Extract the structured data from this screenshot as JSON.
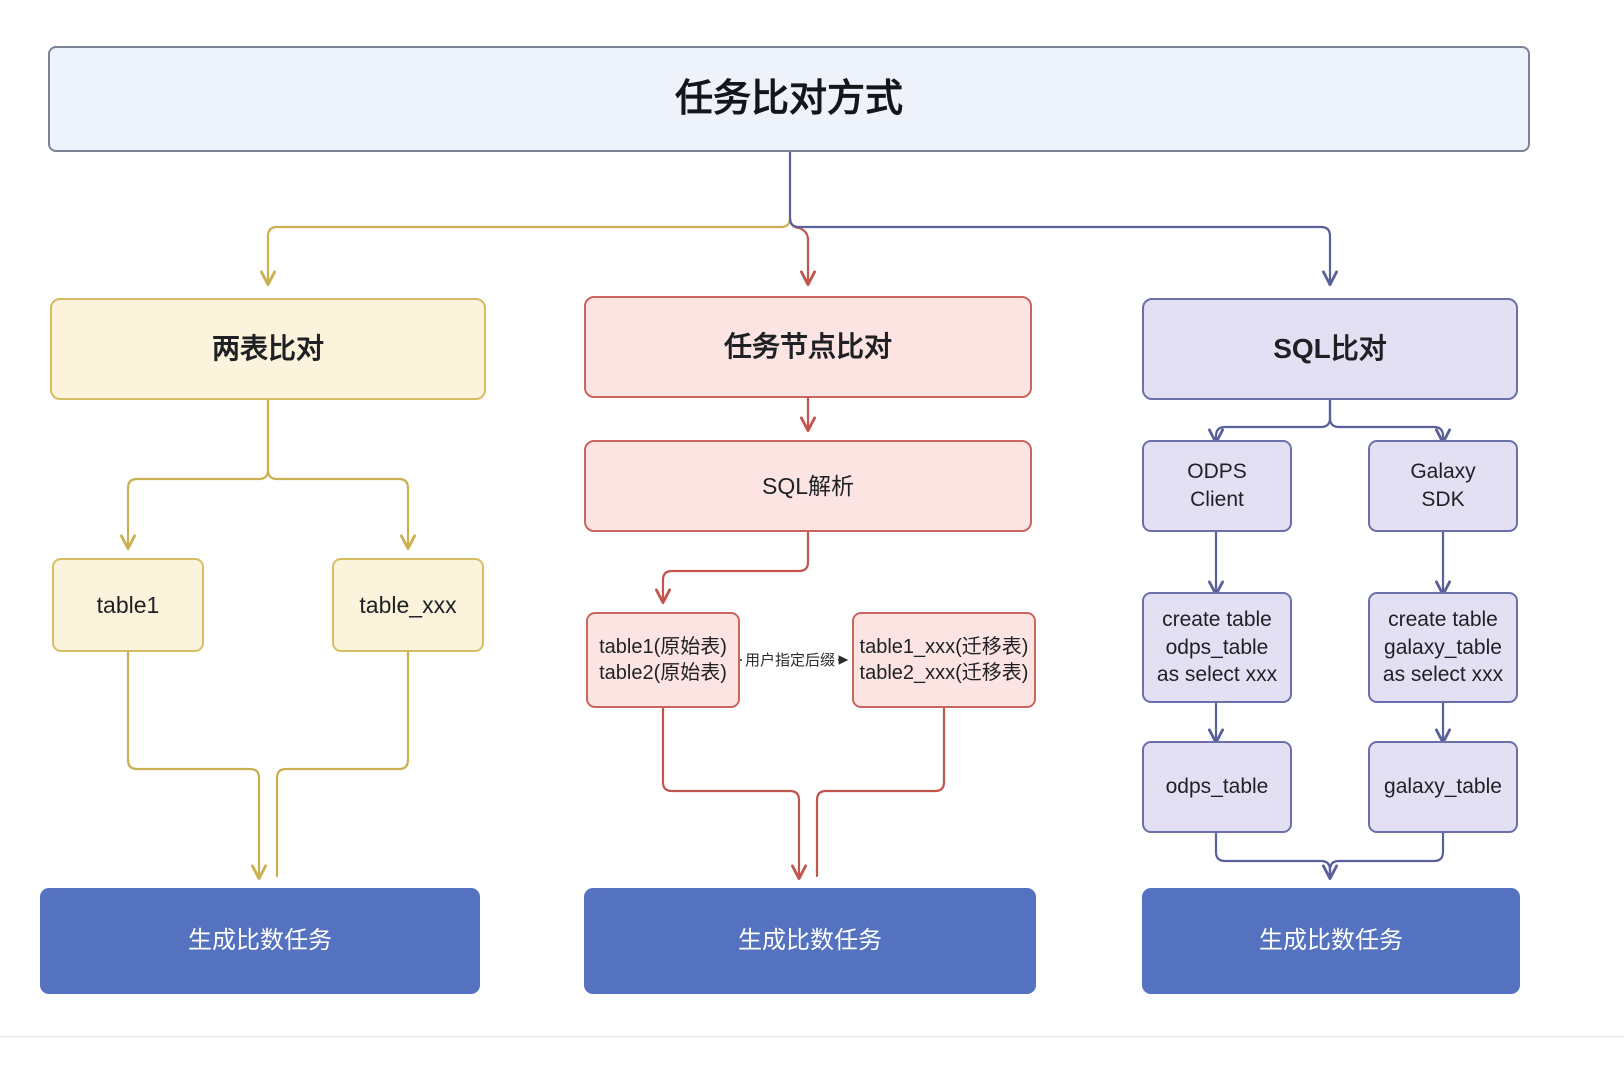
{
  "diagram": {
    "title": "任务比对方式",
    "type": "flowchart",
    "direction": "top-down",
    "colors": {
      "root_fill": "#eef2fa",
      "root_stroke": "#7b8394",
      "yellow_fill": "#fcf3dc",
      "yellow_stroke": "#d6bc63",
      "red_fill": "#fbe4e2",
      "red_stroke": "#c9675f",
      "purple_fill": "#e3e0f4",
      "purple_stroke": "#6b6faa",
      "result_fill": "#5572c0",
      "result_text": "#ffffff",
      "background": "#ffffff"
    },
    "root": {
      "label": "任务比对方式"
    },
    "branches": [
      {
        "id": "two-table",
        "head": "两表比对",
        "color": "yellow",
        "children": [
          {
            "id": "table1",
            "label": "table1"
          },
          {
            "id": "table-xxx",
            "label": "table_xxx"
          }
        ],
        "result": "生成比数任务"
      },
      {
        "id": "task-node",
        "head": "任务节点比对",
        "color": "red",
        "steps": [
          {
            "id": "sql-parse",
            "label": "SQL解析"
          }
        ],
        "children": [
          {
            "id": "source-tables",
            "label": "table1(原始表)\ntable2(原始表)"
          },
          {
            "id": "migrated-tables",
            "label": "table1_xxx(迁移表)\ntable2_xxx(迁移表)"
          }
        ],
        "edge_label": "用户指定后缀",
        "result": "生成比数任务"
      },
      {
        "id": "sql-compare",
        "head": "SQL比对",
        "color": "purple",
        "columns": [
          {
            "id": "odps",
            "client": "ODPS\nClient",
            "ddl": "create table\nodps_table\nas select xxx",
            "table": "odps_table"
          },
          {
            "id": "galaxy",
            "client": "Galaxy\nSDK",
            "ddl": "create table\ngalaxy_table\nas select xxx",
            "table": "galaxy_table"
          }
        ],
        "result": "生成比数任务"
      }
    ]
  }
}
